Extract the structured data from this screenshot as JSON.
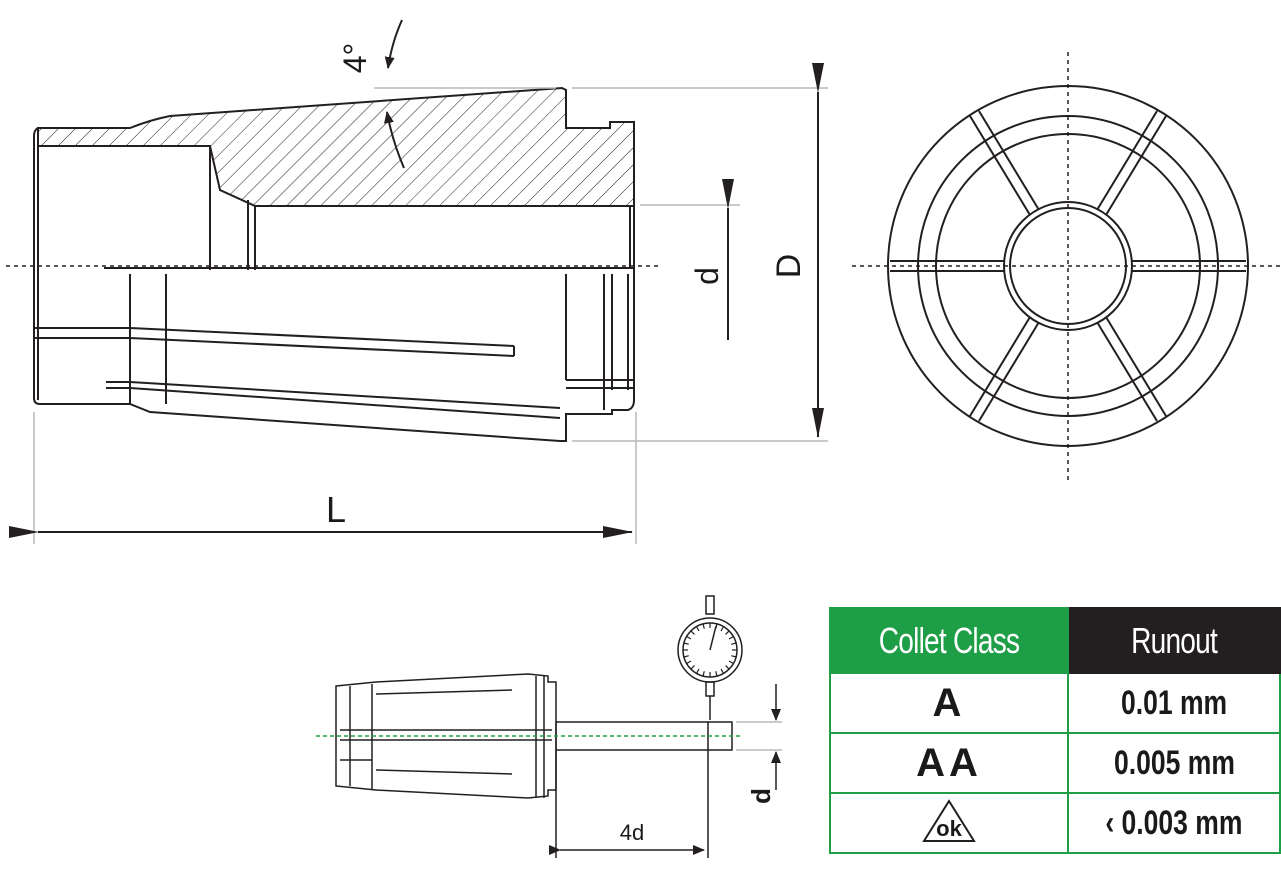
{
  "labels": {
    "angle": "4°",
    "length": "L",
    "diameter": "D",
    "bore": "d",
    "offset": "4d",
    "bore_small": "d"
  },
  "table": {
    "headers": [
      "Collet Class",
      "Runout"
    ],
    "rows": [
      {
        "class": "A",
        "runout": "0.01 mm"
      },
      {
        "class": "AA",
        "runout": "0.005 mm"
      },
      {
        "class": "ok",
        "runout": "‹ 0.003 mm"
      }
    ]
  },
  "colors": {
    "header_green": "#1f9e48",
    "header_dark": "#231f20",
    "line": "#231f20",
    "dim_line": "#b8b8b8",
    "axis_green": "#1f9e48"
  }
}
